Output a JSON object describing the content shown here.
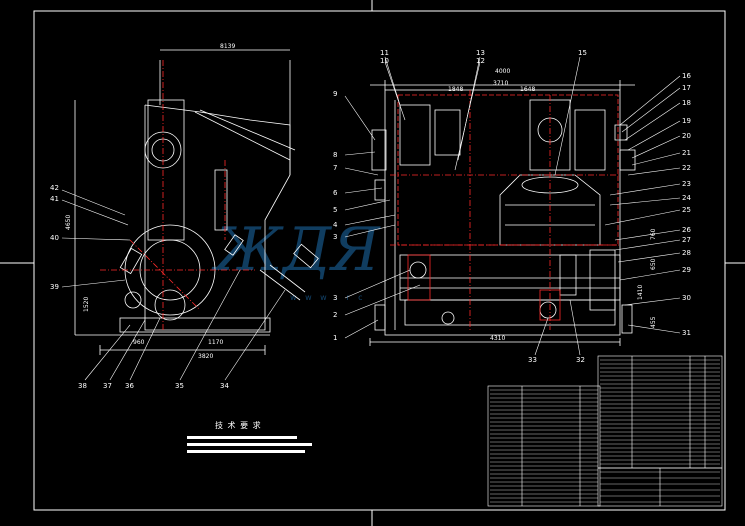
{
  "drawing": {
    "background": "#000000",
    "line_color": "#ffffff",
    "accent_red": "#ff2a2a",
    "accent_blue": "#1e6fb0"
  },
  "dimensions": {
    "top_left": "8139",
    "left_height": "4650",
    "left_small": "1520",
    "bottom_left_a": "960",
    "bottom_left_b": "1170",
    "bottom_left_total": "3820",
    "top_right": "4000",
    "top_right_a": "1848",
    "top_right_b": "3710",
    "top_right_c": "1648",
    "bottom_right": "4310",
    "right_a": "760",
    "right_b": "650",
    "right_c": "1410",
    "right_d": "455"
  },
  "left_view_labels": [
    "42",
    "41",
    "40",
    "39",
    "38",
    "37",
    "36",
    "35",
    "34"
  ],
  "right_view_labels_left": [
    "9",
    "8",
    "7",
    "6",
    "5",
    "4",
    "3",
    "3",
    "2",
    "1"
  ],
  "right_view_labels_top": [
    "11",
    "10",
    "13",
    "12",
    "15"
  ],
  "right_view_labels_right": [
    "16",
    "17",
    "18",
    "19",
    "20",
    "21",
    "22",
    "23",
    "24",
    "25",
    "26",
    "27",
    "28",
    "29",
    "30",
    "31"
  ],
  "right_view_labels_bottom": [
    "33",
    "32"
  ],
  "notes": {
    "title": "技 术 要 求"
  },
  "watermark": {
    "text": "ЖДЯ",
    "small": "w w w . r c"
  }
}
